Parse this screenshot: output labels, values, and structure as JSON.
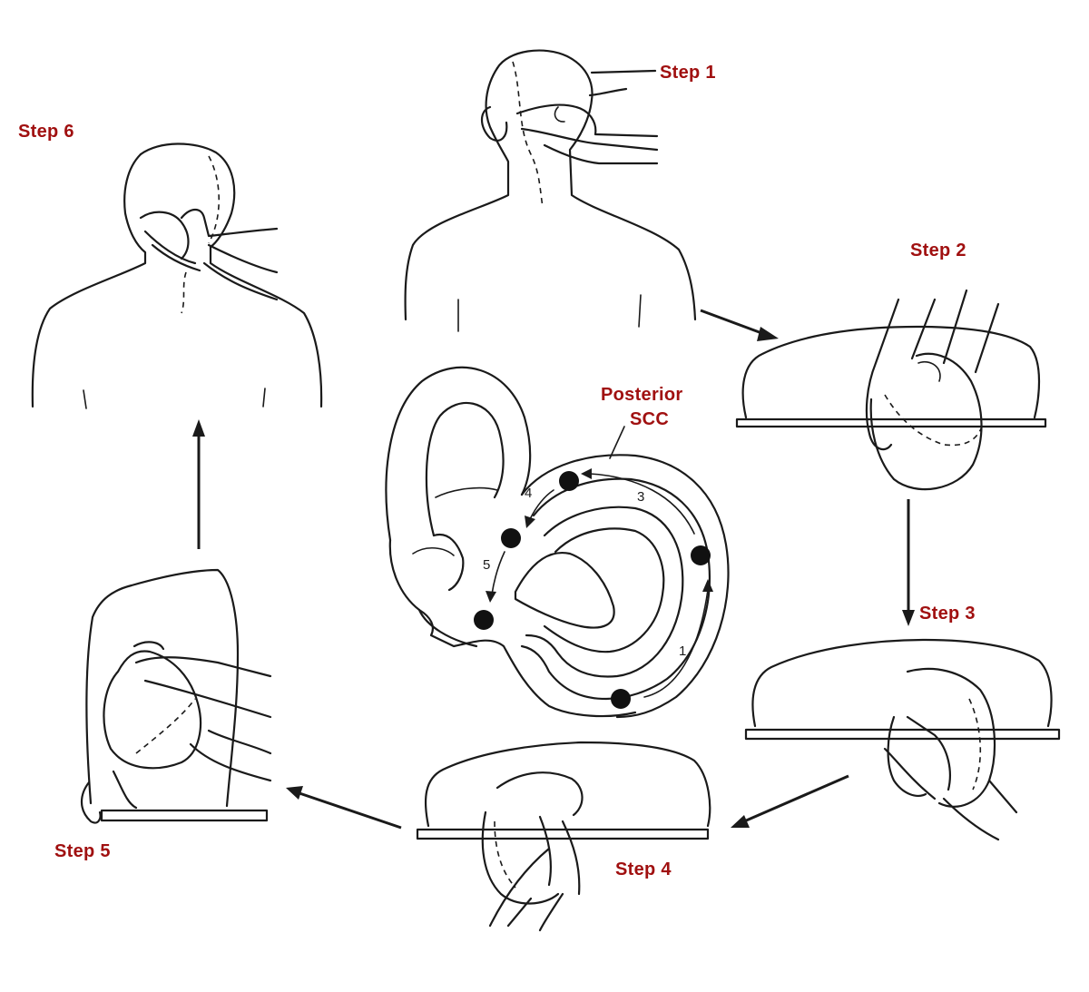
{
  "colors": {
    "label": "#a01010",
    "line": "#1a1a1a",
    "background": "#ffffff"
  },
  "labels": {
    "step1": "Step 1",
    "step2": "Step 2",
    "step3": "Step 3",
    "step4": "Step 4",
    "step5": "Step 5",
    "step6": "Step 6",
    "scc_line1": "Posterior",
    "scc_line2": "SCC"
  },
  "canal_path_numbers": [
    "1",
    "3",
    "4",
    "5"
  ]
}
